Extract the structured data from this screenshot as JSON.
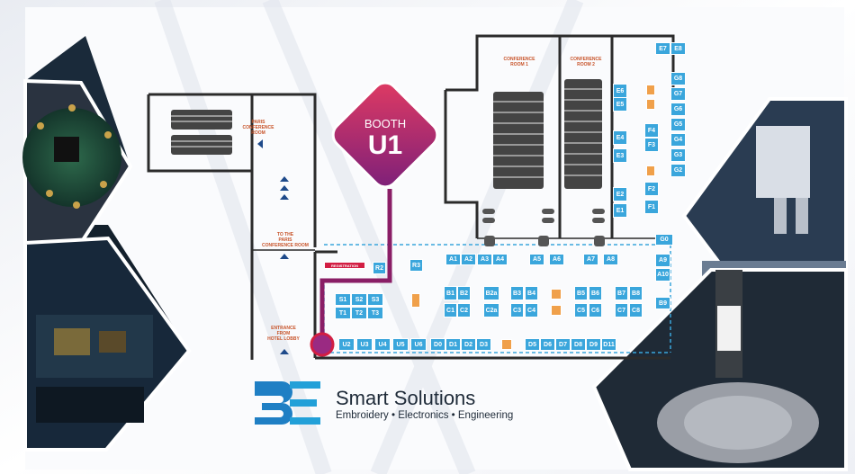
{
  "booth_badge": {
    "line1": "BOOTH",
    "line2": "U1"
  },
  "rooms": {
    "paris_conf": "PARIS\nCONFERENCE\nROOM",
    "conf1": "CONFERENCE\nROOM 1",
    "conf2": "CONFERENCE\nROOM 2",
    "to_paris": "TO THE\nPARIS\nCONFERENCE ROOM",
    "entrance": "ENTRANCE\nFROM\nHOTEL LOBBY",
    "registration": "REGISTRATION"
  },
  "booths": {
    "right_col_top": [
      "E7",
      "E8"
    ],
    "right_col": [
      "G8",
      "G7",
      "G6",
      "G5",
      "G4",
      "G3",
      "G2"
    ],
    "e_col": [
      "E6",
      "E5",
      "E4",
      "E3",
      "E2",
      "E1"
    ],
    "f_col": [
      "F4",
      "F3",
      "F2",
      "F1"
    ],
    "g0": "G0",
    "a_row": [
      "A1",
      "A2",
      "A3",
      "A4",
      "A5",
      "A6",
      "A7",
      "A8"
    ],
    "a_right": [
      "A9",
      "A10"
    ],
    "r": [
      "R2",
      "R3"
    ],
    "b_row": [
      "B1",
      "B2",
      "B2a",
      "B3",
      "B4",
      "B5",
      "B6",
      "B7",
      "B8",
      "B9"
    ],
    "c_row": [
      "C1",
      "C2",
      "C2a",
      "C3",
      "C4",
      "C5",
      "C6",
      "C7",
      "C8"
    ],
    "s_row": [
      "S1",
      "S2",
      "S3"
    ],
    "t_row": [
      "T1",
      "T2",
      "T3"
    ],
    "u_row": [
      "U2",
      "U3",
      "U4",
      "U5",
      "U6"
    ],
    "d_row": [
      "D0",
      "D1",
      "D2",
      "D3",
      "D5",
      "D6",
      "D7",
      "D8",
      "D9",
      "D11"
    ]
  },
  "brand": {
    "logo_text": "3E",
    "title": "Smart Solutions",
    "subtitle": "Embroidery • Electronics • Engineering"
  },
  "colors": {
    "booth": "#3aa6dc",
    "accent": "#d21e43",
    "orange": "#f0a04a",
    "brand_blue": "#1f7fc4",
    "wall": "#2b2b2b"
  }
}
